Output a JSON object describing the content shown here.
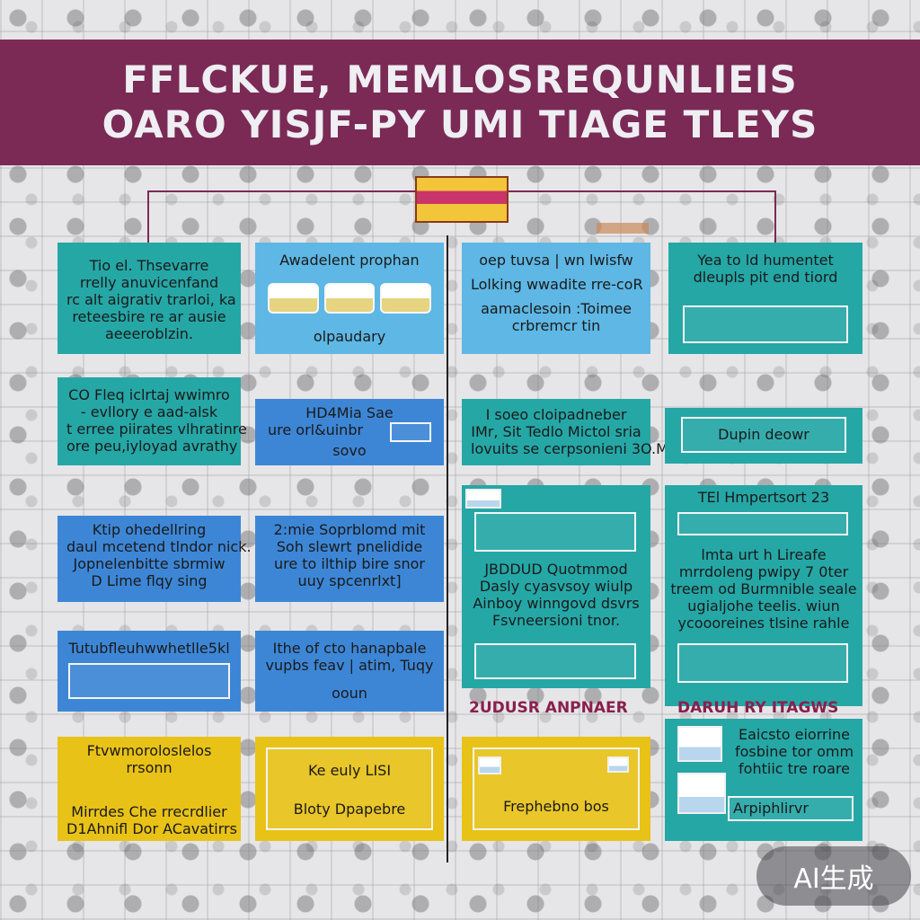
{
  "banner": {
    "line1": "FFLCKUE, MEMLOSREQUNLIEIS",
    "line2": "OARO YISJF-PY UMI TIAGE TLEYS"
  },
  "section_labels": {
    "left": "2UDUSR ANPNAER",
    "right": "DARUH RY ITAGWS"
  },
  "colors": {
    "banner": "#7a2a55",
    "teal": "#25a7a6",
    "blue": "#3d86d6",
    "light_blue": "#5eb7e4",
    "yellow": "#e8c217"
  },
  "cards": {
    "c1": [
      "Tio el. Thsevarre",
      "rrelly anuvicenfand",
      "rc alt aigrativ trarloi, ka",
      "reteesbire re ar ausie",
      "aeeeroblzin."
    ],
    "c2": [
      "Awadelent prophan",
      "olpaudary"
    ],
    "c3": [
      "oep tuvsa | wn lwisfw",
      "Lolking wwadite rre-coR",
      "aamaclesoin :Toimee",
      "crbremcr tin"
    ],
    "c4": [
      "Yea to ld humentet",
      "dleupls pit end tiord"
    ],
    "c5": [
      "CO Fleq iclrtaj wwimro",
      "- evllory e aad-alsk",
      "t erree piirates vlhratinre",
      "ore peu,iyloyad avrathy"
    ],
    "c6": [
      "HD4Mia Sae",
      "ure orl&uinbr",
      "sovo"
    ],
    "c7": [
      "I soeo cloipadneber",
      "IMr, Sit Tedlo Mictol sria",
      "lovuits se cerpsonieni 3O.M"
    ],
    "c8": [
      "Dupin deowr"
    ],
    "c9": [
      "Ktip ohedellring",
      "daul mcetend tlndor nick.",
      "Jopnelenbitte sbrmiw",
      "D Lime flqy sing"
    ],
    "c10": [
      "2:mie Soprblomd mit",
      "Soh slewrt pnelidide",
      "ure to ilthip bire snor",
      "uuy spcenrlxt]"
    ],
    "c11": [
      "JBDDUD Quotmmod",
      "Dasly cyasvsoy wiulp",
      "Ainboy winngovd dsvrs",
      "Fsvneersioni tnor."
    ],
    "c12": [
      "TEl Hmpertsort 23",
      "lmta urt h Lireafe",
      "mrrdoleng pwipy 7 0ter",
      "treem od Burmnible seale",
      "ugialjohe teelis. wiun",
      "ycoooreines tlsine rahle"
    ],
    "c13": [
      "Tutubfleuhwwhetlle5kl"
    ],
    "c14": [
      "Ithe of cto hanapbale",
      "vupbs feav | atim, Tuqy",
      "ooun"
    ],
    "c15": [
      "Ftvwmoroloslelos",
      "rrsonn",
      "Mirrdes Che rrecrdlier",
      "D1Ahnifl Dor ACavatirrs"
    ],
    "c16": [
      "Ke euly LISI",
      "Bloty Dpapebre"
    ],
    "c17": [
      "Frephebno bos"
    ],
    "c18": [
      "Eaicsto eiorrine",
      "fosbine tor omm",
      "fohtiic tre roare",
      "Arpiphlirvr"
    ]
  },
  "watermark": "AI生成"
}
